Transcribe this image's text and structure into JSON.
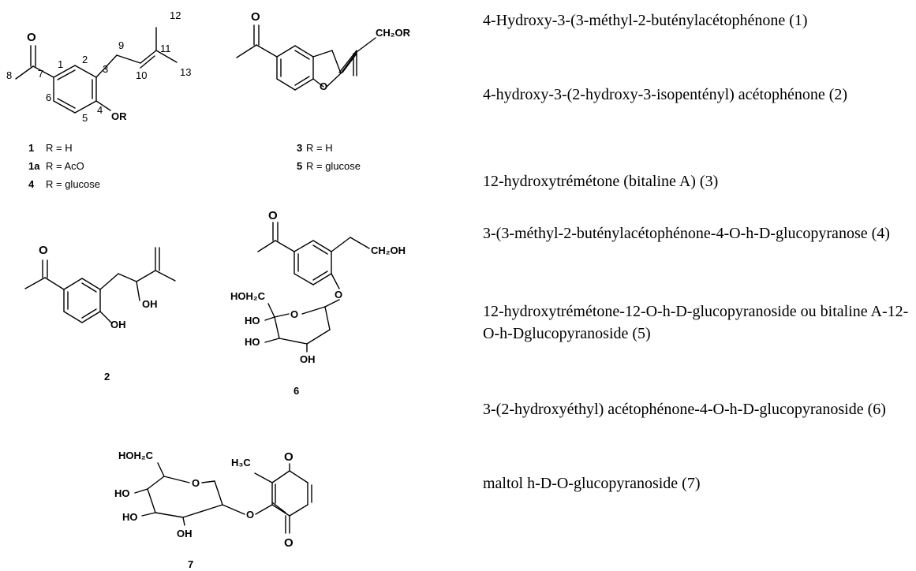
{
  "compounds": [
    {
      "id": "1",
      "name": "4-Hydroxy-3-(3-méthyl-2-buténylacétophénone (1)"
    },
    {
      "id": "2",
      "name": "4-hydroxy-3-(2-hydroxy-3-isopentényl) acétophénone (2)"
    },
    {
      "id": "3",
      "name": "12-hydroxytrémétone (bitaline A) (3)"
    },
    {
      "id": "4",
      "name": "3-(3-méthyl-2-buténylacétophénone-4-O-h-D-glucopyranose (4)"
    },
    {
      "id": "5",
      "name": "12-hydroxytrémétone-12-O-h-D-glucopyranoside ou bitaline A-12-O-h-Dglucopyranoside (5)"
    },
    {
      "id": "6",
      "name": "3-(2-hydroxyéthyl) acétophénone-4-O-h-D-glucopyranoside (6)"
    },
    {
      "id": "7",
      "name": "maltol h-D-O-glucopyranoside (7)"
    }
  ],
  "structures": {
    "s1": {
      "atoms": {
        "o_ketone": "O",
        "or_group": "OR"
      },
      "numbers": [
        "1",
        "2",
        "3",
        "4",
        "5",
        "6",
        "7",
        "8",
        "9",
        "10",
        "11",
        "12",
        "13"
      ],
      "legend": [
        {
          "num": "1",
          "text": "R = H"
        },
        {
          "num": "1a",
          "text": "R = AcO"
        },
        {
          "num": "4",
          "text": "R = glucose"
        }
      ]
    },
    "s3": {
      "atoms": {
        "o_ketone": "O",
        "o_ring": "O",
        "ch2or": "CH₂OR"
      },
      "legend": [
        {
          "num": "3",
          "text": "R = H"
        },
        {
          "num": "5",
          "text": "R = glucose"
        }
      ]
    },
    "s2": {
      "atoms": {
        "o_ketone": "O",
        "oh_side": "OH",
        "oh_ring": "OH"
      },
      "label": "2"
    },
    "s6": {
      "atoms": {
        "o_ketone": "O",
        "ch2oh": "CH₂OH",
        "o_link": "O",
        "hoh2c": "HOH₂C",
        "o_ring": "O",
        "ho1": "HO",
        "ho2": "HO",
        "oh": "OH"
      },
      "label": "6"
    },
    "s7": {
      "atoms": {
        "h3c": "H₃C",
        "o_pyran": "O",
        "hoh2c": "HOH₂C",
        "o_ring": "O",
        "ho1": "HO",
        "ho2": "HO",
        "oh": "OH",
        "o_link": "O",
        "o_ketone": "O"
      },
      "label": "7"
    }
  }
}
